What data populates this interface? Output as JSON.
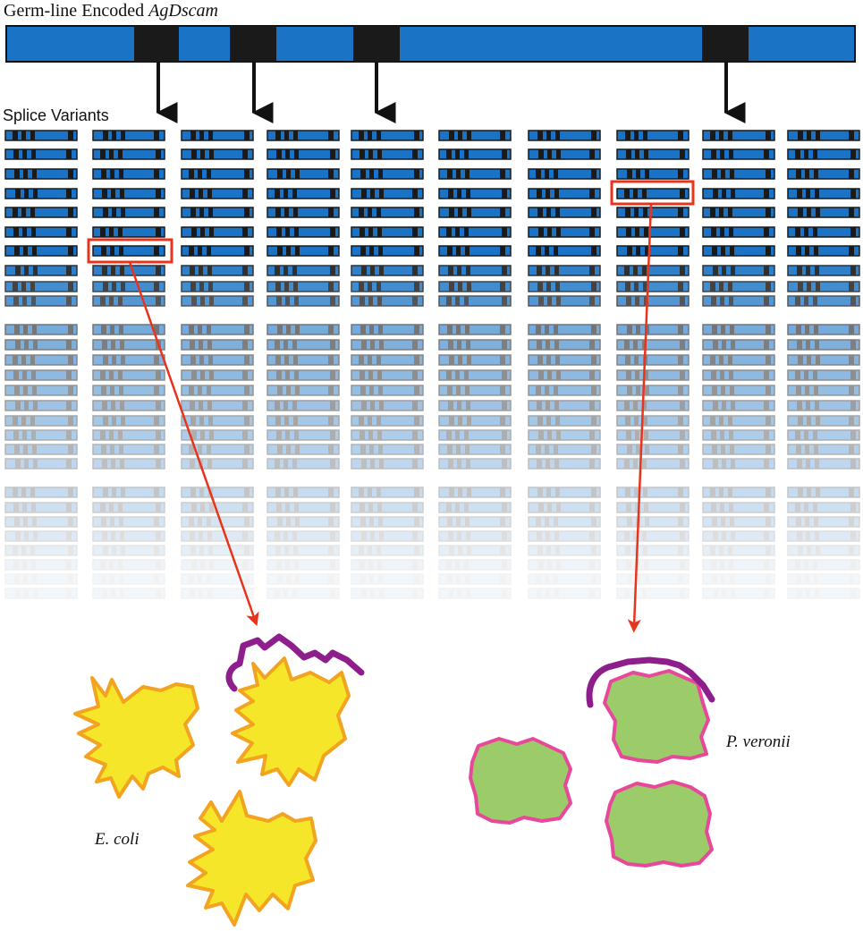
{
  "header": {
    "title_prefix": "Germ-line Encoded ",
    "gene_name": "AgDscam"
  },
  "splice_section": {
    "label": "Splice Variants",
    "column_count": 10,
    "rows_per_column": 28
  },
  "bacteria": {
    "left_label": "E. coli",
    "right_label": "P. veronii"
  },
  "colors": {
    "gene_blue": "#1a73c4",
    "exon_black": "#1a1a1a",
    "highlight_red": "#e8341c",
    "ecoli_fill": "#f5e62a",
    "ecoli_stroke": "#f2a31f",
    "pveronii_fill": "#9ccc6a",
    "pveronii_stroke": "#e8489a",
    "binding_purple": "#8e1e8c"
  }
}
